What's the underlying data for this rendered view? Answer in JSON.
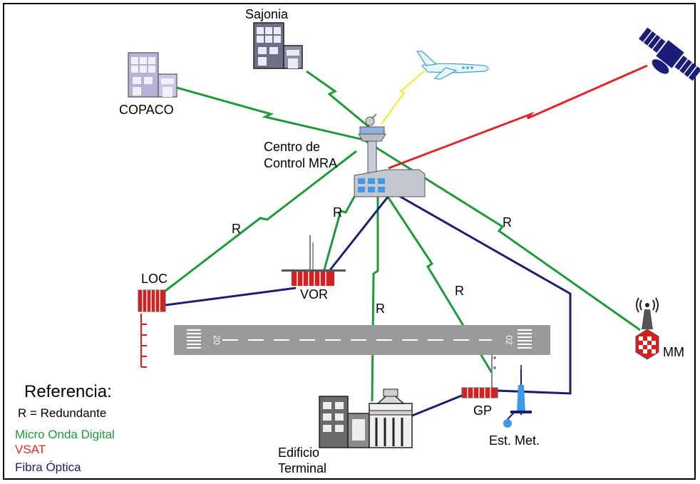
{
  "colors": {
    "microwave": "#1f9a3a",
    "vsat": "#e0262a",
    "fiber": "#1d1f6e",
    "satlink": "#f2ea2a",
    "runway": "#9a9a9a",
    "antenna_red": "#d91e1e",
    "building": "#6a6f7e"
  },
  "nodes": {
    "sajonia": "Sajonia",
    "copaco": "COPACO",
    "centro_line1": "Centro de",
    "centro_line2": "Control MRA",
    "loc": "LOC",
    "vor": "VOR",
    "gp": "GP",
    "est_met": "Est. Met.",
    "edificio_line1": "Edificio",
    "edificio_line2": "Terminal",
    "mm": "MM"
  },
  "link_labels": {
    "r_loc": "R",
    "r_vor": "R",
    "r_terminal": "R",
    "r_gp": "R",
    "r_mm": "R"
  },
  "runway": {
    "left_number": "20",
    "right_number": "02"
  },
  "legend": {
    "title": "Referencia:",
    "redundante": "R = Redundante",
    "microwave": "Micro Onda Digital",
    "vsat": "VSAT",
    "fiber": "Fibra Óptica"
  },
  "icons": [
    "office-building-icon",
    "airplane-icon",
    "satellite-icon",
    "control-tower-icon",
    "antenna-array-icon",
    "radio-tower-icon",
    "weather-station-icon"
  ]
}
